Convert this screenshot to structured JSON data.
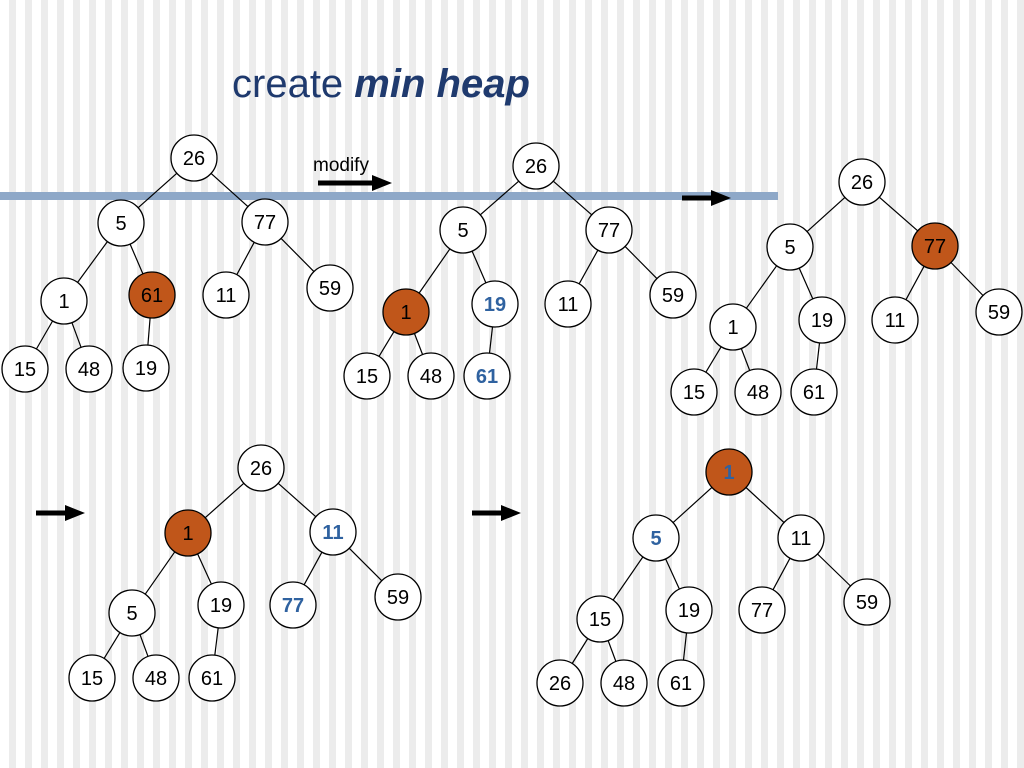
{
  "title": {
    "prefix": "create",
    "emphasis": "min heap"
  },
  "arrow_label": "modify",
  "colors": {
    "highlight_fill": "#c0561a",
    "changed_text": "#2f62a0",
    "bar": "#8ea8c8",
    "title": "#1f3a6e"
  },
  "trees": [
    {
      "name": "tree-step-1",
      "nodes": [
        {
          "id": "a",
          "label": "26"
        },
        {
          "id": "b",
          "label": "5"
        },
        {
          "id": "c",
          "label": "77"
        },
        {
          "id": "d",
          "label": "1"
        },
        {
          "id": "e",
          "label": "61",
          "highlight": true
        },
        {
          "id": "f",
          "label": "11"
        },
        {
          "id": "g",
          "label": "59"
        },
        {
          "id": "h",
          "label": "15"
        },
        {
          "id": "i",
          "label": "48"
        },
        {
          "id": "j",
          "label": "19"
        }
      ],
      "edges": [
        [
          "a",
          "b"
        ],
        [
          "a",
          "c"
        ],
        [
          "b",
          "d"
        ],
        [
          "b",
          "e"
        ],
        [
          "c",
          "f"
        ],
        [
          "c",
          "g"
        ],
        [
          "d",
          "h"
        ],
        [
          "d",
          "i"
        ],
        [
          "e",
          "j"
        ]
      ]
    },
    {
      "name": "tree-step-2",
      "nodes": [
        {
          "id": "a",
          "label": "26"
        },
        {
          "id": "b",
          "label": "5"
        },
        {
          "id": "c",
          "label": "77"
        },
        {
          "id": "d",
          "label": "1",
          "highlight": true
        },
        {
          "id": "e",
          "label": "19",
          "changed": true
        },
        {
          "id": "f",
          "label": "11"
        },
        {
          "id": "g",
          "label": "59"
        },
        {
          "id": "h",
          "label": "15"
        },
        {
          "id": "i",
          "label": "48"
        },
        {
          "id": "j",
          "label": "61",
          "changed": true
        }
      ],
      "edges": [
        [
          "a",
          "b"
        ],
        [
          "a",
          "c"
        ],
        [
          "b",
          "d"
        ],
        [
          "b",
          "e"
        ],
        [
          "c",
          "f"
        ],
        [
          "c",
          "g"
        ],
        [
          "d",
          "h"
        ],
        [
          "d",
          "i"
        ],
        [
          "e",
          "j"
        ]
      ]
    },
    {
      "name": "tree-step-3",
      "nodes": [
        {
          "id": "a",
          "label": "26"
        },
        {
          "id": "b",
          "label": "5"
        },
        {
          "id": "c",
          "label": "77",
          "highlight": true
        },
        {
          "id": "d",
          "label": "1"
        },
        {
          "id": "e",
          "label": "19"
        },
        {
          "id": "f",
          "label": "11"
        },
        {
          "id": "g",
          "label": "59"
        },
        {
          "id": "h",
          "label": "15"
        },
        {
          "id": "i",
          "label": "48"
        },
        {
          "id": "j",
          "label": "61"
        }
      ],
      "edges": [
        [
          "a",
          "b"
        ],
        [
          "a",
          "c"
        ],
        [
          "b",
          "d"
        ],
        [
          "b",
          "e"
        ],
        [
          "c",
          "f"
        ],
        [
          "c",
          "g"
        ],
        [
          "d",
          "h"
        ],
        [
          "d",
          "i"
        ],
        [
          "e",
          "j"
        ]
      ]
    },
    {
      "name": "tree-step-4",
      "nodes": [
        {
          "id": "a",
          "label": "26"
        },
        {
          "id": "b",
          "label": "1",
          "highlight": true
        },
        {
          "id": "c",
          "label": "11",
          "changed": true
        },
        {
          "id": "d",
          "label": "5"
        },
        {
          "id": "e",
          "label": "19"
        },
        {
          "id": "f",
          "label": "77",
          "changed": true
        },
        {
          "id": "g",
          "label": "59"
        },
        {
          "id": "h",
          "label": "15"
        },
        {
          "id": "i",
          "label": "48"
        },
        {
          "id": "j",
          "label": "61"
        }
      ],
      "edges": [
        [
          "a",
          "b"
        ],
        [
          "a",
          "c"
        ],
        [
          "b",
          "d"
        ],
        [
          "b",
          "e"
        ],
        [
          "c",
          "f"
        ],
        [
          "c",
          "g"
        ],
        [
          "d",
          "h"
        ],
        [
          "d",
          "i"
        ],
        [
          "e",
          "j"
        ]
      ]
    },
    {
      "name": "tree-step-5",
      "nodes": [
        {
          "id": "a",
          "label": "1",
          "highlight": true,
          "changed": true
        },
        {
          "id": "b",
          "label": "5",
          "changed": true
        },
        {
          "id": "c",
          "label": "11"
        },
        {
          "id": "d",
          "label": "15"
        },
        {
          "id": "e",
          "label": "19"
        },
        {
          "id": "f",
          "label": "77"
        },
        {
          "id": "g",
          "label": "59"
        },
        {
          "id": "h",
          "label": "26"
        },
        {
          "id": "i",
          "label": "48"
        },
        {
          "id": "j",
          "label": "61"
        }
      ],
      "edges": [
        [
          "a",
          "b"
        ],
        [
          "a",
          "c"
        ],
        [
          "b",
          "d"
        ],
        [
          "b",
          "e"
        ],
        [
          "c",
          "f"
        ],
        [
          "c",
          "g"
        ],
        [
          "d",
          "h"
        ],
        [
          "d",
          "i"
        ],
        [
          "e",
          "j"
        ]
      ]
    }
  ]
}
